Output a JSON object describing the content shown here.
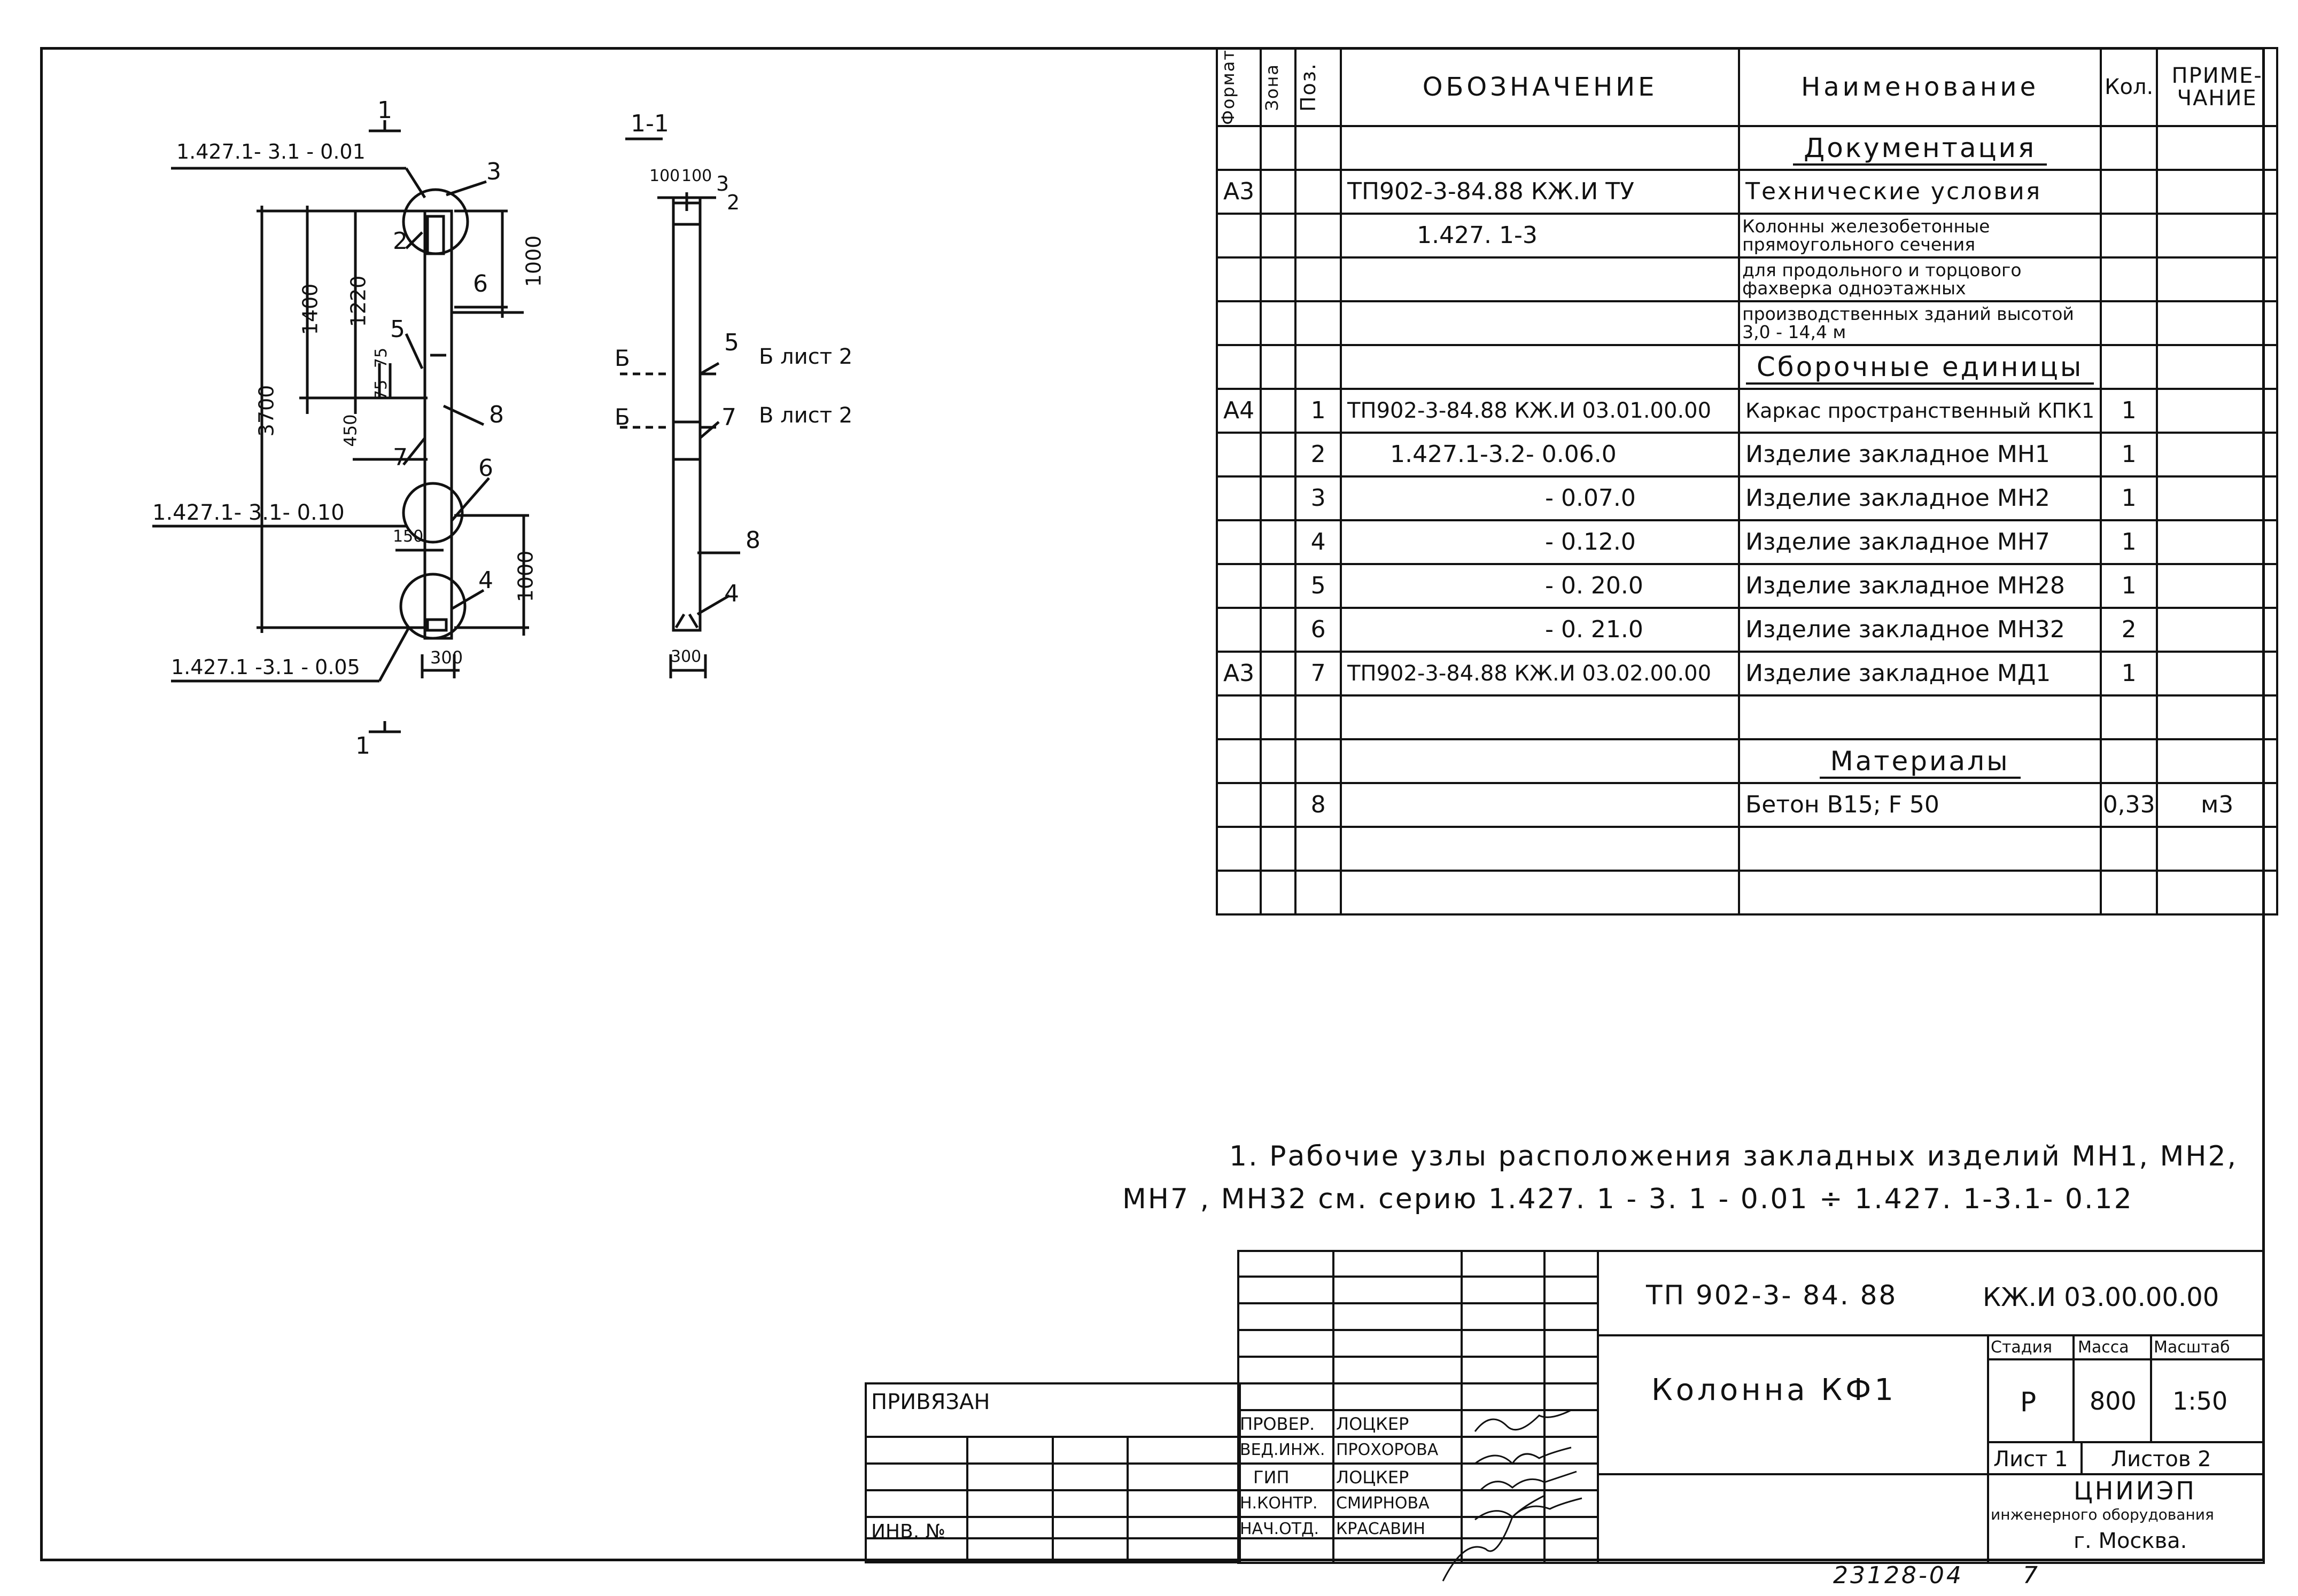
{
  "section_label": "1-1",
  "cut_marks": {
    "top": "1",
    "bottom": "1",
    "b_left": "Б",
    "b_left2": "Б"
  },
  "refs": {
    "top": "1.427.1- 3.1 - 0.01",
    "middle": "1.427.1- 3.1- 0.10",
    "bottom": "1.427.1 -3.1 - 0.05"
  },
  "dims_elev": {
    "total": "3700",
    "d1400": "1400",
    "d1220": "1220",
    "d1000_top": "1000",
    "d75a": "75",
    "d75b": "75",
    "d450": "450",
    "d150": "150",
    "d1000_bot": "1000",
    "d300": "300"
  },
  "dims_section": {
    "d100a": "100",
    "d100b": "100",
    "d300": "300"
  },
  "elev_positions": {
    "p3": "3",
    "p2": "2",
    "p6a": "6",
    "p5": "5",
    "p8": "8",
    "p7": "7",
    "p6b": "6",
    "p4": "4"
  },
  "section_positions": {
    "p3": "3",
    "p2": "2",
    "p5": "5",
    "p7": "7",
    "p8": "8",
    "p4": "4"
  },
  "sheet_refs": {
    "b": "Б лист 2",
    "v": "В лист 2"
  },
  "spec": {
    "headers": {
      "format": "Формат",
      "zone": "Зона",
      "pos": "Поз.",
      "designation": "ОБОЗНАЧЕНИЕ",
      "name": "Наименование",
      "qty": "Кол.",
      "note": "ПРИМЕ- ЧАНИЕ"
    },
    "section_docs": "Документация",
    "doc_row": {
      "format": "А3",
      "designation": "ТП902-3-84.88       КЖ.И  ТУ",
      "name": "Технические условия"
    },
    "series": "1.427. 1-3",
    "series_desc": [
      "Колонны железобетонные прямоугольного сечения",
      "для продольного и торцового фахверка одноэтажных",
      "производственных зданий высотой 3,0 - 14,4 м"
    ],
    "section_units": "Сборочные единицы",
    "rows": [
      {
        "format": "А4",
        "pos": "1",
        "designation": "ТП902-3-84.88  КЖ.И 03.01.00.00",
        "name": "Каркас пространственный КПК1",
        "qty": "1",
        "note": ""
      },
      {
        "format": "",
        "pos": "2",
        "designation": "1.427.1-3.2- 0.06.0",
        "name": "Изделие закладное МН1",
        "qty": "1",
        "note": ""
      },
      {
        "format": "",
        "pos": "3",
        "designation": "- 0.07.0",
        "name": "Изделие закладное МН2",
        "qty": "1",
        "note": ""
      },
      {
        "format": "",
        "pos": "4",
        "designation": "- 0.12.0",
        "name": "Изделие закладное МН7",
        "qty": "1",
        "note": ""
      },
      {
        "format": "",
        "pos": "5",
        "designation": "- 0. 20.0",
        "name": "Изделие закладное МН28",
        "qty": "1",
        "note": ""
      },
      {
        "format": "",
        "pos": "6",
        "designation": "- 0. 21.0",
        "name": "Изделие закладное МН32",
        "qty": "2",
        "note": ""
      },
      {
        "format": "А3",
        "pos": "7",
        "designation": "ТП902-3-84.88  КЖ.И 03.02.00.00",
        "name": "Изделие закладное МД1",
        "qty": "1",
        "note": ""
      }
    ],
    "section_materials": "Материалы",
    "material": {
      "pos": "8",
      "name": "Бетон В15; F 50",
      "qty": "0,33",
      "note": "м3"
    }
  },
  "note_text": [
    "1. Рабочие узлы расположения закладных изделий МН1, МН2,",
    "МН7 , МН32 см. серию 1.427. 1 - 3. 1 - 0.01 ÷ 1.427. 1-3.1- 0.12"
  ],
  "title_block": {
    "doc_code": "ТП 902-3- 84. 88",
    "doc_mark": "КЖ.И 03.00.00.00",
    "title": "Колонна КФ1",
    "privyazan": "ПРИВЯЗАН",
    "inv": "ИНВ. №",
    "roles": [
      "ПРОВЕР.",
      "ВЕД.ИНЖ.",
      "ГИП",
      "Н.КОНТР.",
      "НАЧ.ОТД."
    ],
    "names": [
      "ЛОЦКЕР",
      "ПРОХОРОВА",
      "ЛОЦКЕР",
      "СМИРНОВА",
      "КРАСАВИН"
    ],
    "stage_label": "Стадия",
    "mass_label": "Масса",
    "scale_label": "Масштаб",
    "stage": "Р",
    "mass": "800",
    "scale": "1:50",
    "sheet": "Лист 1",
    "sheets": "Листов 2",
    "org": [
      "ЦНИИЭП",
      "инженерного оборудования",
      "г. Москва."
    ]
  },
  "footer_code": "23128-04",
  "footer_page": "7"
}
